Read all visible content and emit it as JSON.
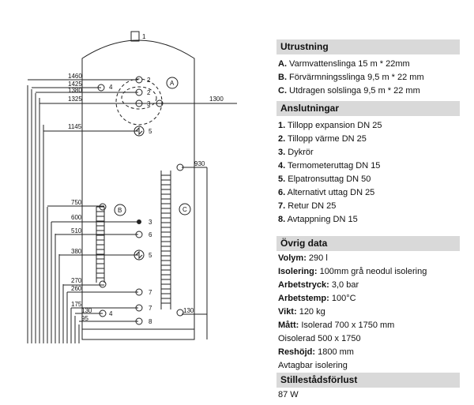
{
  "diagram": {
    "dims": [
      "1460",
      "1425",
      "1380",
      "1325",
      "1145",
      "750",
      "600",
      "510",
      "380",
      "270",
      "260",
      "175",
      "130",
      "95"
    ],
    "dim_right_top": "1300",
    "dim_right_coil": "930",
    "dim_right_bottom": "130",
    "coil_labels": [
      "A",
      "B",
      "C"
    ],
    "top_nozzle": "1",
    "connection_numbers": [
      "2",
      "2",
      "3",
      "4",
      "5",
      "3",
      "6",
      "5",
      "7",
      "7",
      "4",
      "8"
    ]
  },
  "utrustning": {
    "title": "Utrustning",
    "items": [
      {
        "key": "A.",
        "text": " Varmvattenslinga 15 m * 22mm"
      },
      {
        "key": "B.",
        "text": " Förvärmningsslinga 9,5 m * 22 mm"
      },
      {
        "key": "C.",
        "text": " Utdragen solslinga 9,5 m * 22 mm"
      }
    ]
  },
  "anslutningar": {
    "title": "Anslutningar",
    "items": [
      {
        "key": "1.",
        "text": " Tillopp expansion DN 25"
      },
      {
        "key": "2.",
        "text": " Tillopp värme DN 25"
      },
      {
        "key": "3.",
        "text": " Dykrör"
      },
      {
        "key": "4.",
        "text": " Termometeruttag DN 15"
      },
      {
        "key": "5.",
        "text": " Elpatronsuttag DN 50"
      },
      {
        "key": "6.",
        "text": " Alternativt uttag DN 25"
      },
      {
        "key": "7.",
        "text": " Retur DN 25"
      },
      {
        "key": "8.",
        "text": " Avtappning DN 15"
      }
    ]
  },
  "ovrig": {
    "title": "Övrig data",
    "items": [
      {
        "key": "Volym:",
        "text": " 290 l"
      },
      {
        "key": "Isolering:",
        "text": " 100mm grå neodul isolering"
      },
      {
        "key": "Arbetstryck:",
        "text": " 3,0 bar"
      },
      {
        "key": "Arbetstemp:",
        "text": " 100°C"
      },
      {
        "key": "Vikt:",
        "text": " 120 kg"
      },
      {
        "key": "Mått:",
        "text": " Isolerad 700 x 1750 mm"
      },
      {
        "key": "",
        "text": "Oisolerad 500 x 1750"
      },
      {
        "key": "Reshöjd:",
        "text": " 1800 mm"
      },
      {
        "key": "",
        "text": "Avtagbar isolering"
      }
    ]
  },
  "stillestand": {
    "title": "Stillestådsförlust",
    "value": "87 W"
  }
}
